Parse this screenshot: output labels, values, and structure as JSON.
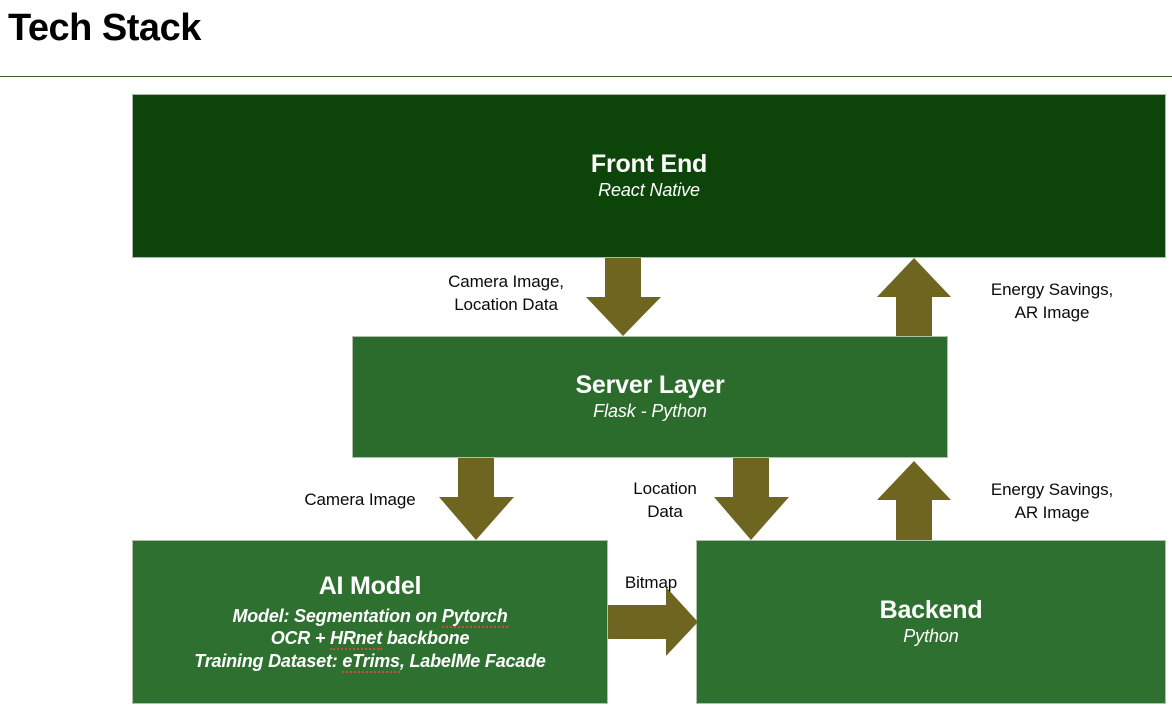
{
  "slide": {
    "title": "Tech Stack",
    "accent_rule_color": "#3C5B1E",
    "background": "#ffffff"
  },
  "palette": {
    "dark_green": "#0D4409",
    "mid_green": "#2B6B2B",
    "box_green": "#2E7030",
    "arrow_olive": "#6E6520",
    "text_white": "#FFFFFF",
    "text_black": "#0A0A0A",
    "spellcheck_red": "#D14B3C"
  },
  "boxes": {
    "frontend": {
      "title": "Front End",
      "subtitle": "React Native",
      "color": "#0D4409"
    },
    "server": {
      "title": "Server Layer",
      "subtitle": "Flask - Python",
      "color": "#2B6B2B"
    },
    "ai_model": {
      "title": "AI Model",
      "color": "#2E7030",
      "lines": [
        "Model: Segmentation on Pytorch",
        "OCR + HRnet backbone",
        "Training Dataset: eTrims, LabelMe Facade"
      ],
      "line1_prefix": "Model: Segmentation on ",
      "line1_misspelled": "Pytorch",
      "line2_prefix": "OCR + ",
      "line2_misspelled": "HRnet",
      "line2_suffix": " backbone",
      "line3_prefix": "Training Dataset: ",
      "line3_misspelled": "eTrims",
      "line3_suffix": ", LabelMe Facade"
    },
    "backend": {
      "title": "Backend",
      "subtitle": "Python",
      "color": "#2E7030"
    }
  },
  "edges": {
    "frontend_to_server": "Camera Image,\nLocation Data",
    "backend_to_frontend": "Energy Savings,\nAR Image",
    "server_to_ai": "Camera Image",
    "server_to_backend": "Location\nData",
    "backend_to_server": "Energy Savings,\nAR Image",
    "ai_to_backend": "Bitmap"
  }
}
